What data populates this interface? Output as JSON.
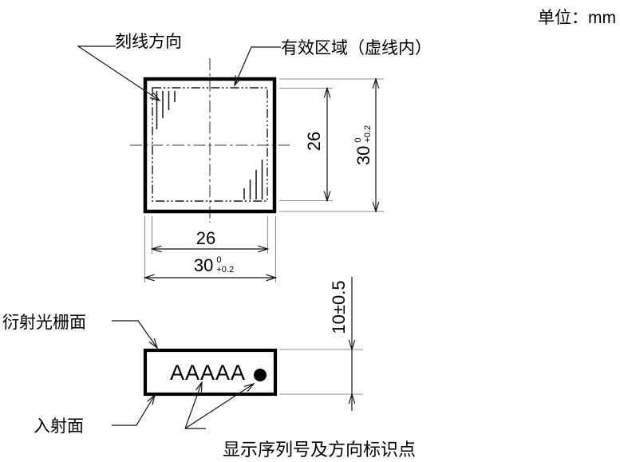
{
  "unit_note": "单位：mm",
  "top_view": {
    "scribe_label": "刻线方向",
    "effective_label": "有效区域（虚线内）",
    "dim_inner_height": "26",
    "dim_inner_width": "26",
    "dim_outer_height": {
      "nominal": "30",
      "tol_upper": "0",
      "tol_lower": "+0.2"
    },
    "dim_outer_width": {
      "nominal": "30",
      "tol_upper": "0",
      "tol_lower": "+0.2"
    }
  },
  "side_view": {
    "grating_label": "衍射光栅面",
    "incident_label": "入射面",
    "serial_text": "AAAAA",
    "thickness_dim": "10±0.5",
    "serial_note": "显示序列号及方向标识点"
  },
  "colors": {
    "line": "#141414",
    "extension_line": "#8f8f8f",
    "centerline": "#3a3a3a"
  }
}
